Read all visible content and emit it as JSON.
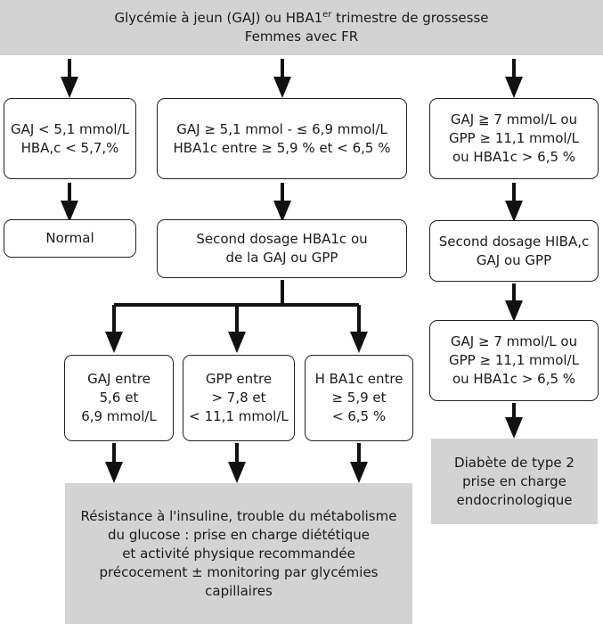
{
  "top": {
    "line1_prefix": "Glycémie à jeun (GAJ) ou HBA1",
    "line1_sup": "er",
    "line1_suffix": " trimestre de grossesse",
    "line2": "Femmes avec FR"
  },
  "left": {
    "criteria": [
      "GAJ < 5,1 mmol/L",
      "HBA,c < 5,7,%"
    ],
    "result": "Normal"
  },
  "middle": {
    "criteria": [
      "GAJ ≥ 5,1 mmol - ≤ 6,9 mmol/L",
      "HBA1c entre ≥ 5,9 % et < 6,5 %"
    ],
    "second_test": [
      "Second dosage HBA1c ou",
      "de la GAJ ou GPP"
    ],
    "branches": [
      [
        "GAJ entre",
        "5,6 et",
        "6,9 mmol/L"
      ],
      [
        "GPP entre",
        "> 7,8 et",
        "< 11,1 mmol/L"
      ],
      [
        "H BA1c entre",
        "≥ 5,9 et",
        "< 6,5 %"
      ]
    ],
    "outcome": [
      "Résistance à l'insuline, trouble du métabolisme",
      "du glucose : prise en charge diététique",
      "et activité physique recommandée",
      "précocement ± monitoring par glycémies",
      "capillaires"
    ]
  },
  "right": {
    "criteria": [
      "GAJ ≧ 7 mmol/L ou",
      "GPP ≥ 11,1 mmol/L",
      "ou HBA1c > 6,5 %"
    ],
    "second_test": [
      "Second dosage HIBA,c",
      "GAJ ou GPP"
    ],
    "confirm": [
      "GAJ ≥ 7 mmol/L ou",
      "GPP ≥ 11,1 mmol/L",
      "ou HBA1c > 6,5 %"
    ],
    "outcome": [
      "Diabète de type 2",
      "prise en charge",
      "endocrinologique"
    ]
  }
}
